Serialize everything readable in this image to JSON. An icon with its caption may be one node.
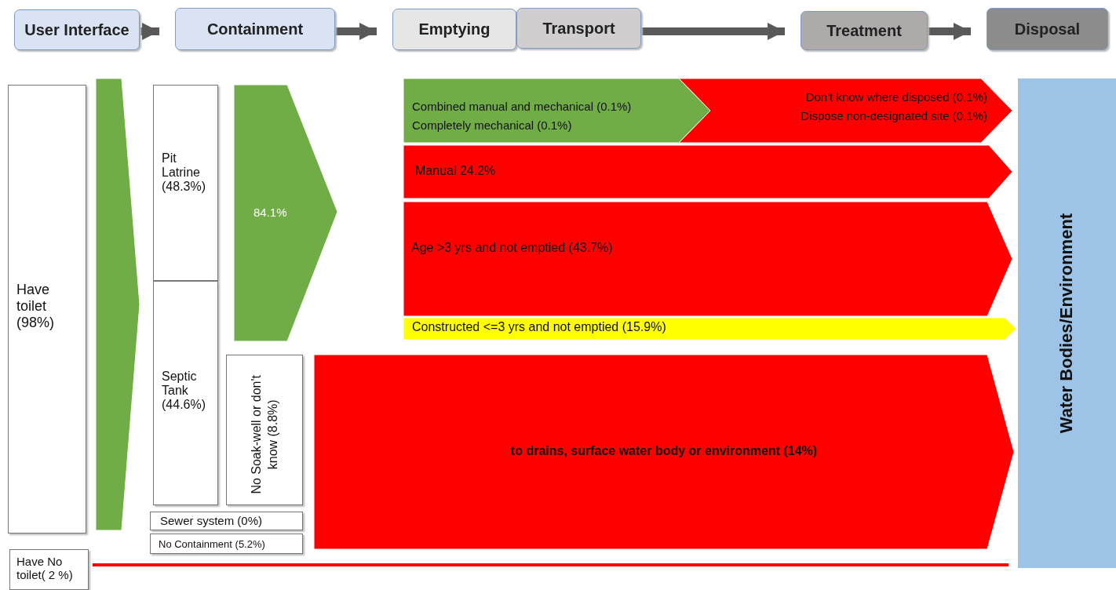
{
  "diagram": {
    "nodes": [
      {
        "text": [
          "User Interface"
        ]
      },
      {
        "text": [
          "Containment"
        ]
      },
      {
        "text": [
          "Emptying"
        ]
      },
      {
        "text": [
          "Transport"
        ]
      },
      {
        "text": [
          "Treatment"
        ]
      },
      {
        "text": [
          "Disposal"
        ]
      },
      {
        "text": [
          "Have toilet (98%)"
        ]
      },
      {
        "text": [],
        "shape": "arrow"
      },
      {
        "text": [
          "Pit Latrine (48.3%)"
        ]
      },
      {
        "text": [
          "Septic Tank (44.6%)"
        ]
      },
      {
        "text": [
          "84.1%"
        ]
      },
      {
        "text": [
          "No Soak-well or don't know (8.8%)"
        ]
      },
      {
        "text": [
          "Sewer system (0%)"
        ]
      },
      {
        "text": [
          "No Containment (5.2%)"
        ]
      },
      {
        "text": [
          "Combined manual and mechanical (0.1%)",
          "Completely mechanical (0.1%)"
        ]
      },
      {
        "text": [
          "Don't know where disposed (0.1%)",
          "Dispose non-designated site (0.1%)"
        ]
      },
      {
        "text": [
          "Manual 24.2%"
        ]
      },
      {
        "text": [
          "Age >3 yrs and not emptied (43.7%)"
        ]
      },
      {
        "text": [
          "Constructed <=3 yrs and not emptied (15.9%)"
        ]
      },
      {
        "text": [
          "to drains, surface water body or environment (14%)"
        ]
      },
      {
        "text": [
          "Water Bodies/Environment"
        ]
      },
      {
        "text": [
          "Have No toilet( 2 %)"
        ]
      }
    ],
    "edges": [
      {
        "from": 0,
        "to": 1,
        "arrow": "to"
      },
      {
        "from": 1,
        "to": 2,
        "arrow": "to"
      },
      {
        "from": 3,
        "to": 4,
        "arrow": "to"
      },
      {
        "from": 4,
        "to": 5,
        "arrow": "to"
      },
      {
        "from": 21,
        "to": 20,
        "arrow": "none",
        "color": "#ff0000"
      }
    ]
  }
}
